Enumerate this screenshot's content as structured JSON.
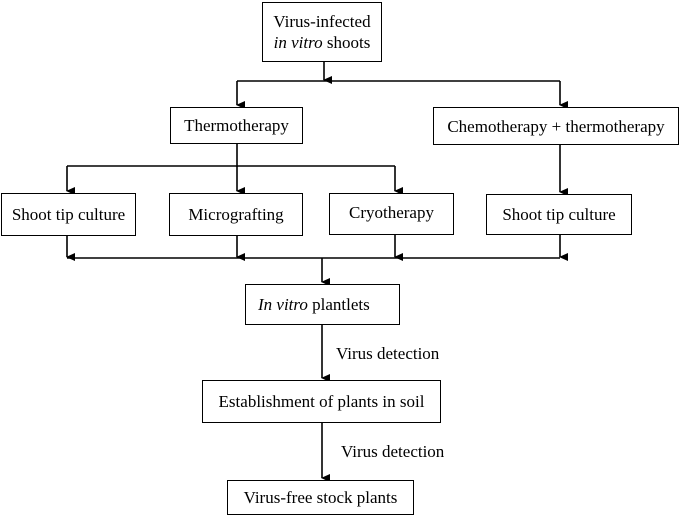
{
  "nodes": {
    "root": {
      "line1": "Virus-infected",
      "line2_italic": "in vitro",
      "line2_rest": " shoots"
    },
    "thermo": {
      "label": "Thermotherapy"
    },
    "chemo": {
      "label": "Chemotherapy + thermotherapy"
    },
    "stc1": {
      "label": "Shoot tip culture"
    },
    "micro": {
      "label": "Micrografting"
    },
    "cryo": {
      "label": "Cryotherapy"
    },
    "stc2": {
      "label": "Shoot tip culture"
    },
    "plantlets": {
      "italic": "In vitro",
      "rest": " plantlets"
    },
    "soil": {
      "label": "Establishment of plants in soil"
    },
    "final": {
      "label": "Virus-free stock plants"
    }
  },
  "edge_labels": {
    "detect1": "Virus detection",
    "detect2": "Virus detection"
  },
  "colors": {
    "line": "#000000",
    "box_border": "#000000",
    "background": "#ffffff"
  }
}
